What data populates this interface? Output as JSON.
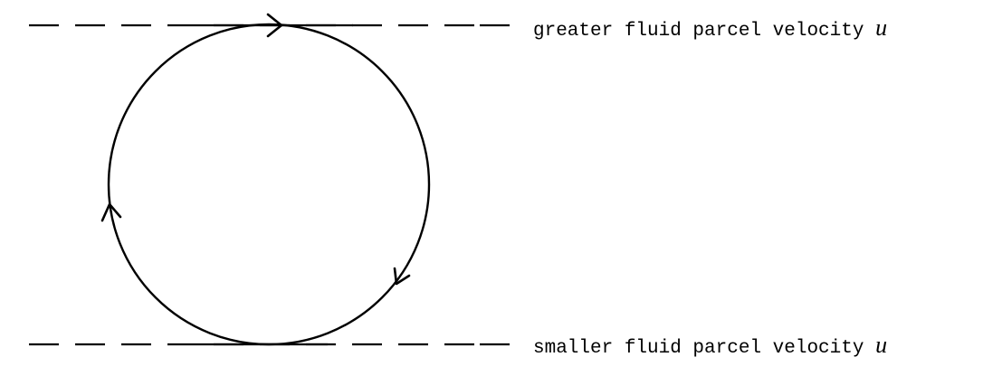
{
  "labels": {
    "top_text": "greater fluid parcel velocity",
    "top_var": "u",
    "bottom_text": "smaller fluid parcel velocity",
    "bottom_var": "u"
  },
  "colors": {
    "stroke": "#000000",
    "background": "#ffffff"
  }
}
